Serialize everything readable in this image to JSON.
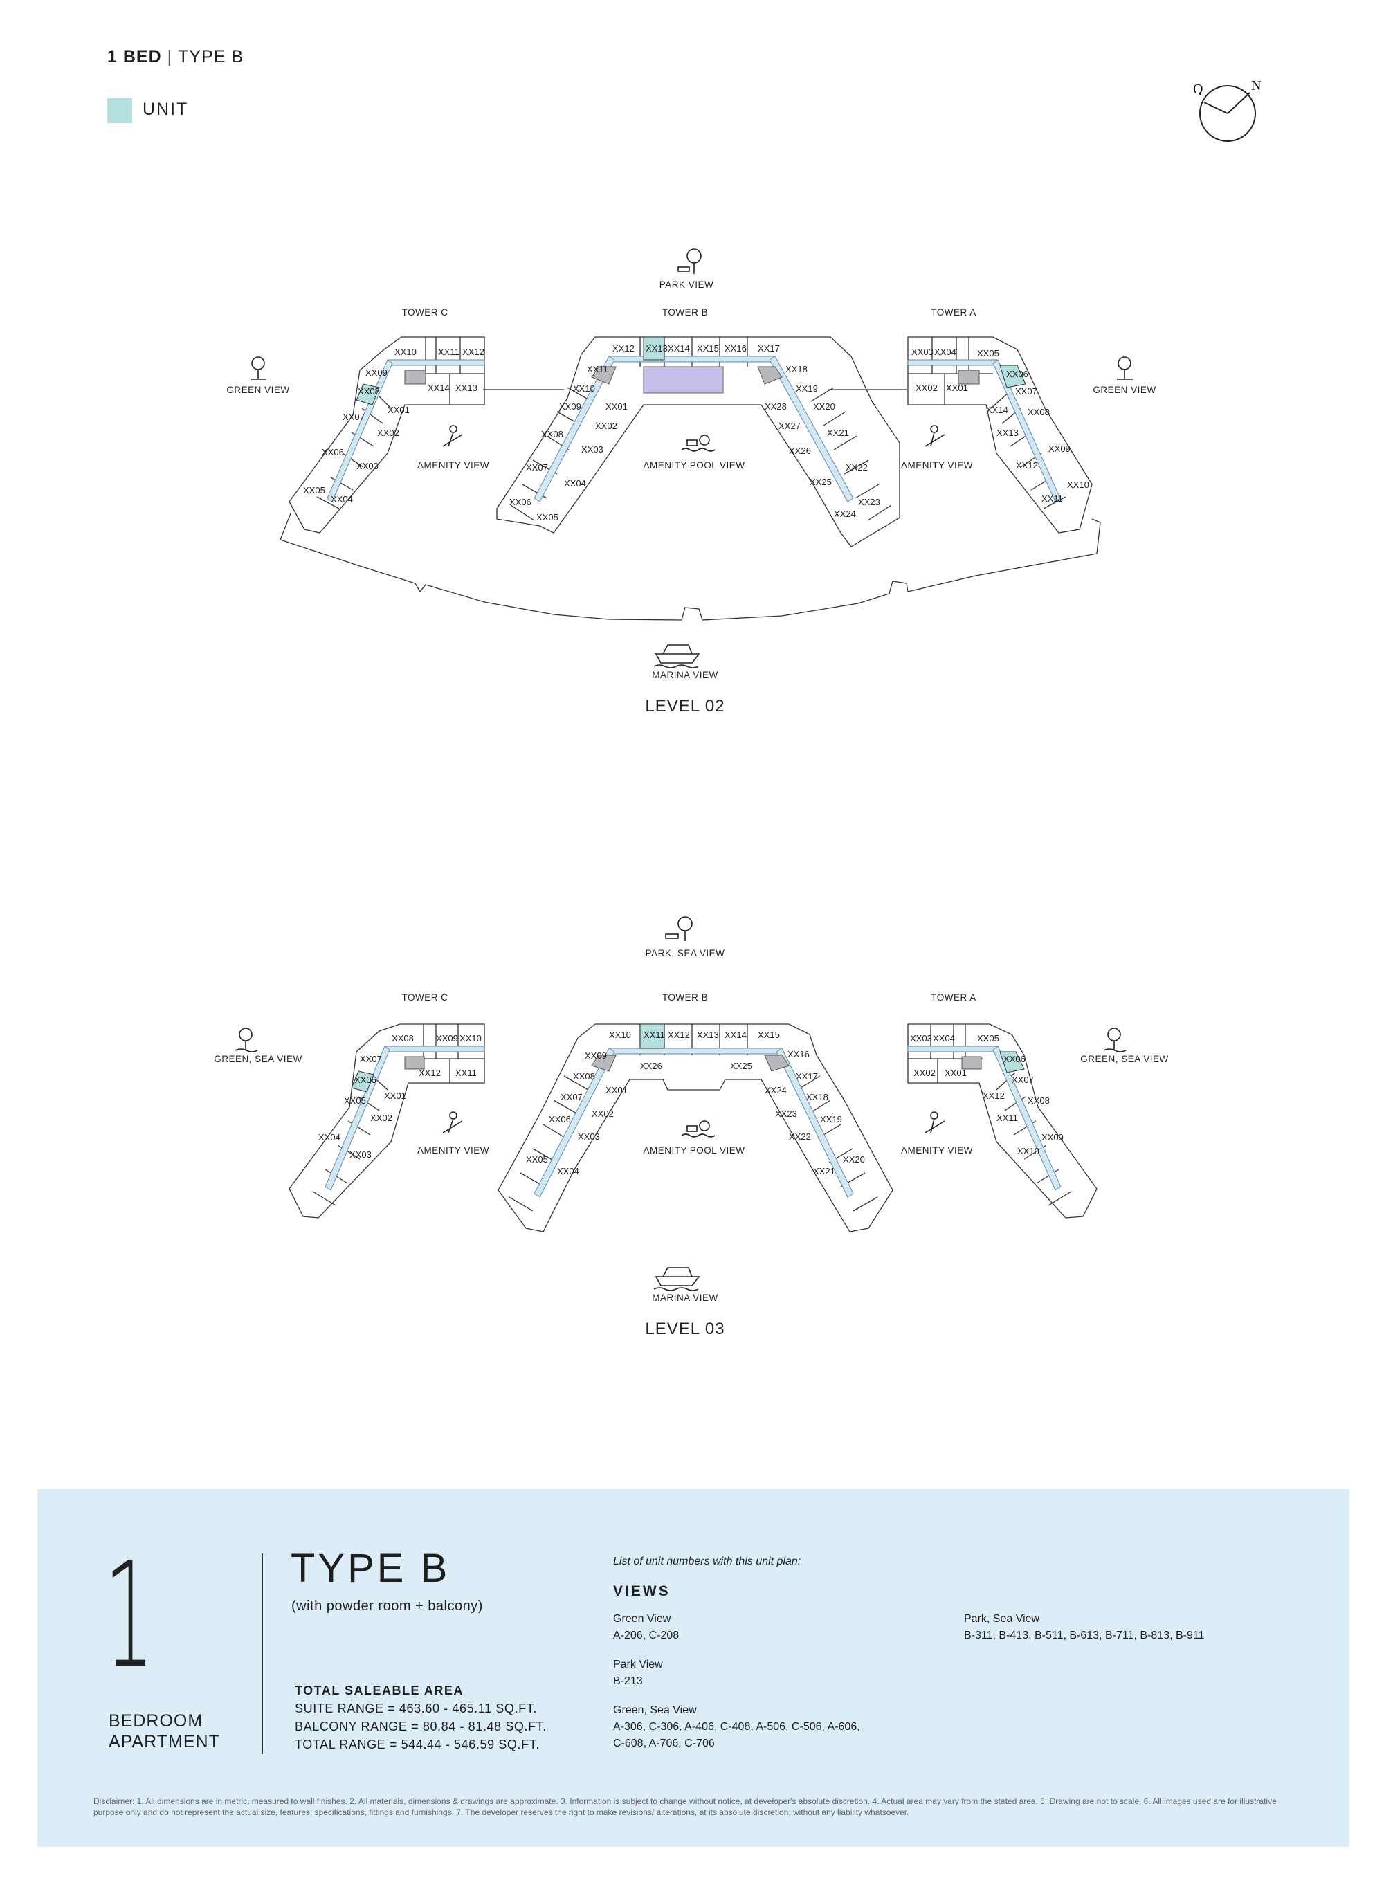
{
  "header": {
    "bed": "1 BED",
    "type": "TYPE B"
  },
  "legend": {
    "label": "UNIT",
    "color": "#b3dfde"
  },
  "compass": {
    "q": "Q",
    "n": "N"
  },
  "level02": {
    "views": {
      "park": "PARK VIEW",
      "green_left": "GREEN VIEW",
      "green_right": "GREEN VIEW",
      "amenity_left": "AMENITY VIEW",
      "amenity_right": "AMENITY VIEW",
      "pool": "AMENITY-POOL VIEW",
      "marina": "MARINA VIEW"
    },
    "towers": {
      "c": "TOWER C",
      "b": "TOWER B",
      "a": "TOWER A"
    },
    "level": "LEVEL 02",
    "tower_c_units": [
      "XX10",
      "XX11",
      "XX12",
      "XX14",
      "XX13",
      "XX09",
      "XX08",
      "XX01",
      "XX07",
      "XX02",
      "XX06",
      "XX03",
      "XX05",
      "XX04"
    ],
    "tower_b_units": [
      "XX12",
      "XX13",
      "XX14",
      "XX15",
      "XX16",
      "XX17",
      "XX11",
      "XX18",
      "XX10",
      "XX01",
      "XX19",
      "XX09",
      "XX02",
      "XX28",
      "XX20",
      "XX08",
      "XX03",
      "XX27",
      "XX21",
      "XX07",
      "XX04",
      "XX26",
      "XX22",
      "XX06",
      "XX05",
      "XX25",
      "XX23",
      "XX24"
    ],
    "tower_a_units": [
      "XX03",
      "XX04",
      "XX05",
      "XX06",
      "XX02",
      "XX01",
      "XX07",
      "XX14",
      "XX08",
      "XX13",
      "XX09",
      "XX12",
      "XX10",
      "XX11"
    ]
  },
  "level03": {
    "views": {
      "park": "PARK, SEA VIEW",
      "green_left": "GREEN, SEA VIEW",
      "green_right": "GREEN, SEA VIEW",
      "amenity_left": "AMENITY VIEW",
      "amenity_right": "AMENITY VIEW",
      "pool": "AMENITY-POOL VIEW",
      "marina": "MARINA VIEW"
    },
    "towers": {
      "c": "TOWER C",
      "b": "TOWER B",
      "a": "TOWER A"
    },
    "level": "LEVEL 03",
    "tower_c_units": [
      "XX08",
      "XX09",
      "XX10",
      "XX07",
      "XX12",
      "XX11",
      "XX06",
      "XX05",
      "XX01",
      "XX04",
      "XX02",
      "XX03"
    ],
    "tower_b_units": [
      "XX10",
      "XX11",
      "XX12",
      "XX13",
      "XX14",
      "XX15",
      "XX09",
      "XX26",
      "XX25",
      "XX16",
      "XX08",
      "XX01",
      "XX24",
      "XX17",
      "XX07",
      "XX02",
      "XX23",
      "XX18",
      "XX06",
      "XX03",
      "XX22",
      "XX19",
      "XX05",
      "XX04",
      "XX21",
      "XX20"
    ],
    "tower_a_units": [
      "XX03",
      "XX04",
      "XX05",
      "XX06",
      "XX02",
      "XX01",
      "XX07",
      "XX12",
      "XX08",
      "XX11",
      "XX09",
      "XX10"
    ]
  },
  "info": {
    "big_number": "1",
    "bedroom_line1": "BEDROOM",
    "bedroom_line2": "APARTMENT",
    "type_title": "TYPE B",
    "type_sub": "(with powder room + balcony)",
    "area_heading": "TOTAL SALEABLE AREA",
    "suite_range": "SUITE RANGE = 463.60 - 465.11 SQ.FT.",
    "balcony_range": "BALCONY RANGE = 80.84 - 81.48 SQ.FT.",
    "total_range": "TOTAL RANGE = 544.44 - 546.59 SQ.FT.",
    "list_heading": "List of unit numbers with this unit plan:",
    "views_heading": "VIEWS",
    "groups": [
      {
        "name": "Green View",
        "units": "A-206, C-208"
      },
      {
        "name": "Park View",
        "units": "B-213"
      },
      {
        "name": "Green, Sea View",
        "units": "A-306, C-306, A-406, C-408, A-506, C-506, A-606,",
        "units2": "C-608, A-706, C-706"
      },
      {
        "name": "Park, Sea View",
        "units": "B-311, B-413, B-511, B-613, B-711, B-813, B-911"
      }
    ],
    "disclaimer": "Disclaimer: 1. All dimensions are in metric, measured to wall finishes. 2. All materials, dimensions & drawings are approximate. 3. Information is subject to change without notice, at developer's absolute discretion. 4. Actual area may vary from the stated area. 5. Drawing are not to scale. 6. All images used are for illustrative purpose only and do not represent the actual size, features, specifications, fittings and furnishings. 7. The developer reserves the right to make revisions/ alterations, at its absolute discretion, without any liability whatsoever."
  }
}
